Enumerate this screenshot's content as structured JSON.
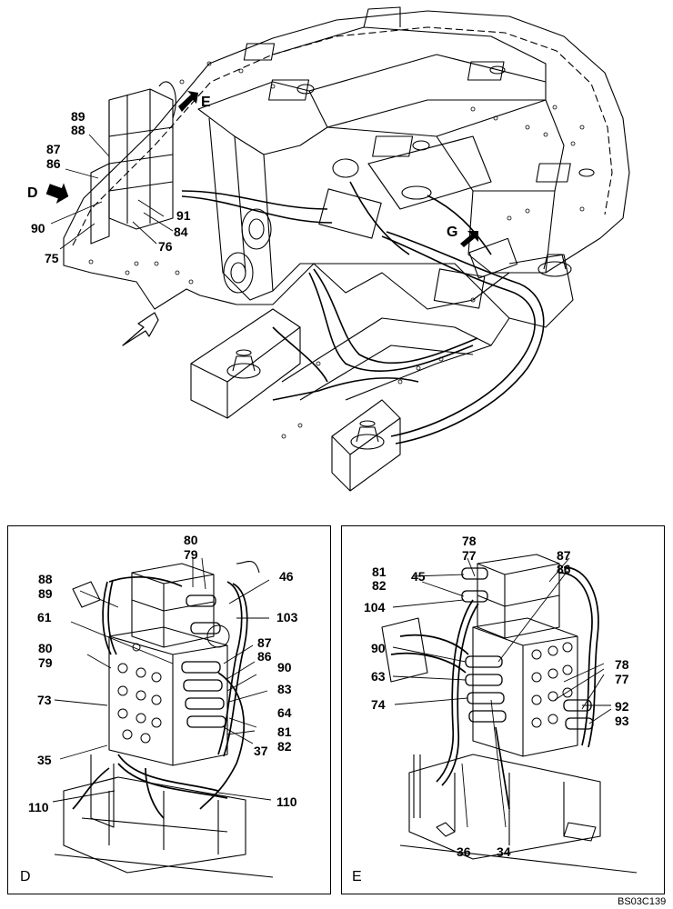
{
  "top_view": {
    "view_markers": [
      "E",
      "D",
      "G"
    ],
    "callouts": [
      "89",
      "88",
      "87",
      "86",
      "90",
      "75",
      "91",
      "84",
      "76"
    ]
  },
  "detail_d": {
    "view_label": "D",
    "callouts": [
      "80",
      "79",
      "46",
      "88",
      "89",
      "103",
      "61",
      "87",
      "86",
      "80",
      "79",
      "90",
      "83",
      "73",
      "64",
      "81",
      "82",
      "37",
      "35",
      "110",
      "110"
    ]
  },
  "detail_e": {
    "view_label": "E",
    "callouts": [
      "78",
      "77",
      "87",
      "86",
      "81",
      "82",
      "45",
      "104",
      "90",
      "78",
      "77",
      "63",
      "74",
      "92",
      "93",
      "36",
      "34"
    ]
  },
  "reference_code": "BS03C139"
}
